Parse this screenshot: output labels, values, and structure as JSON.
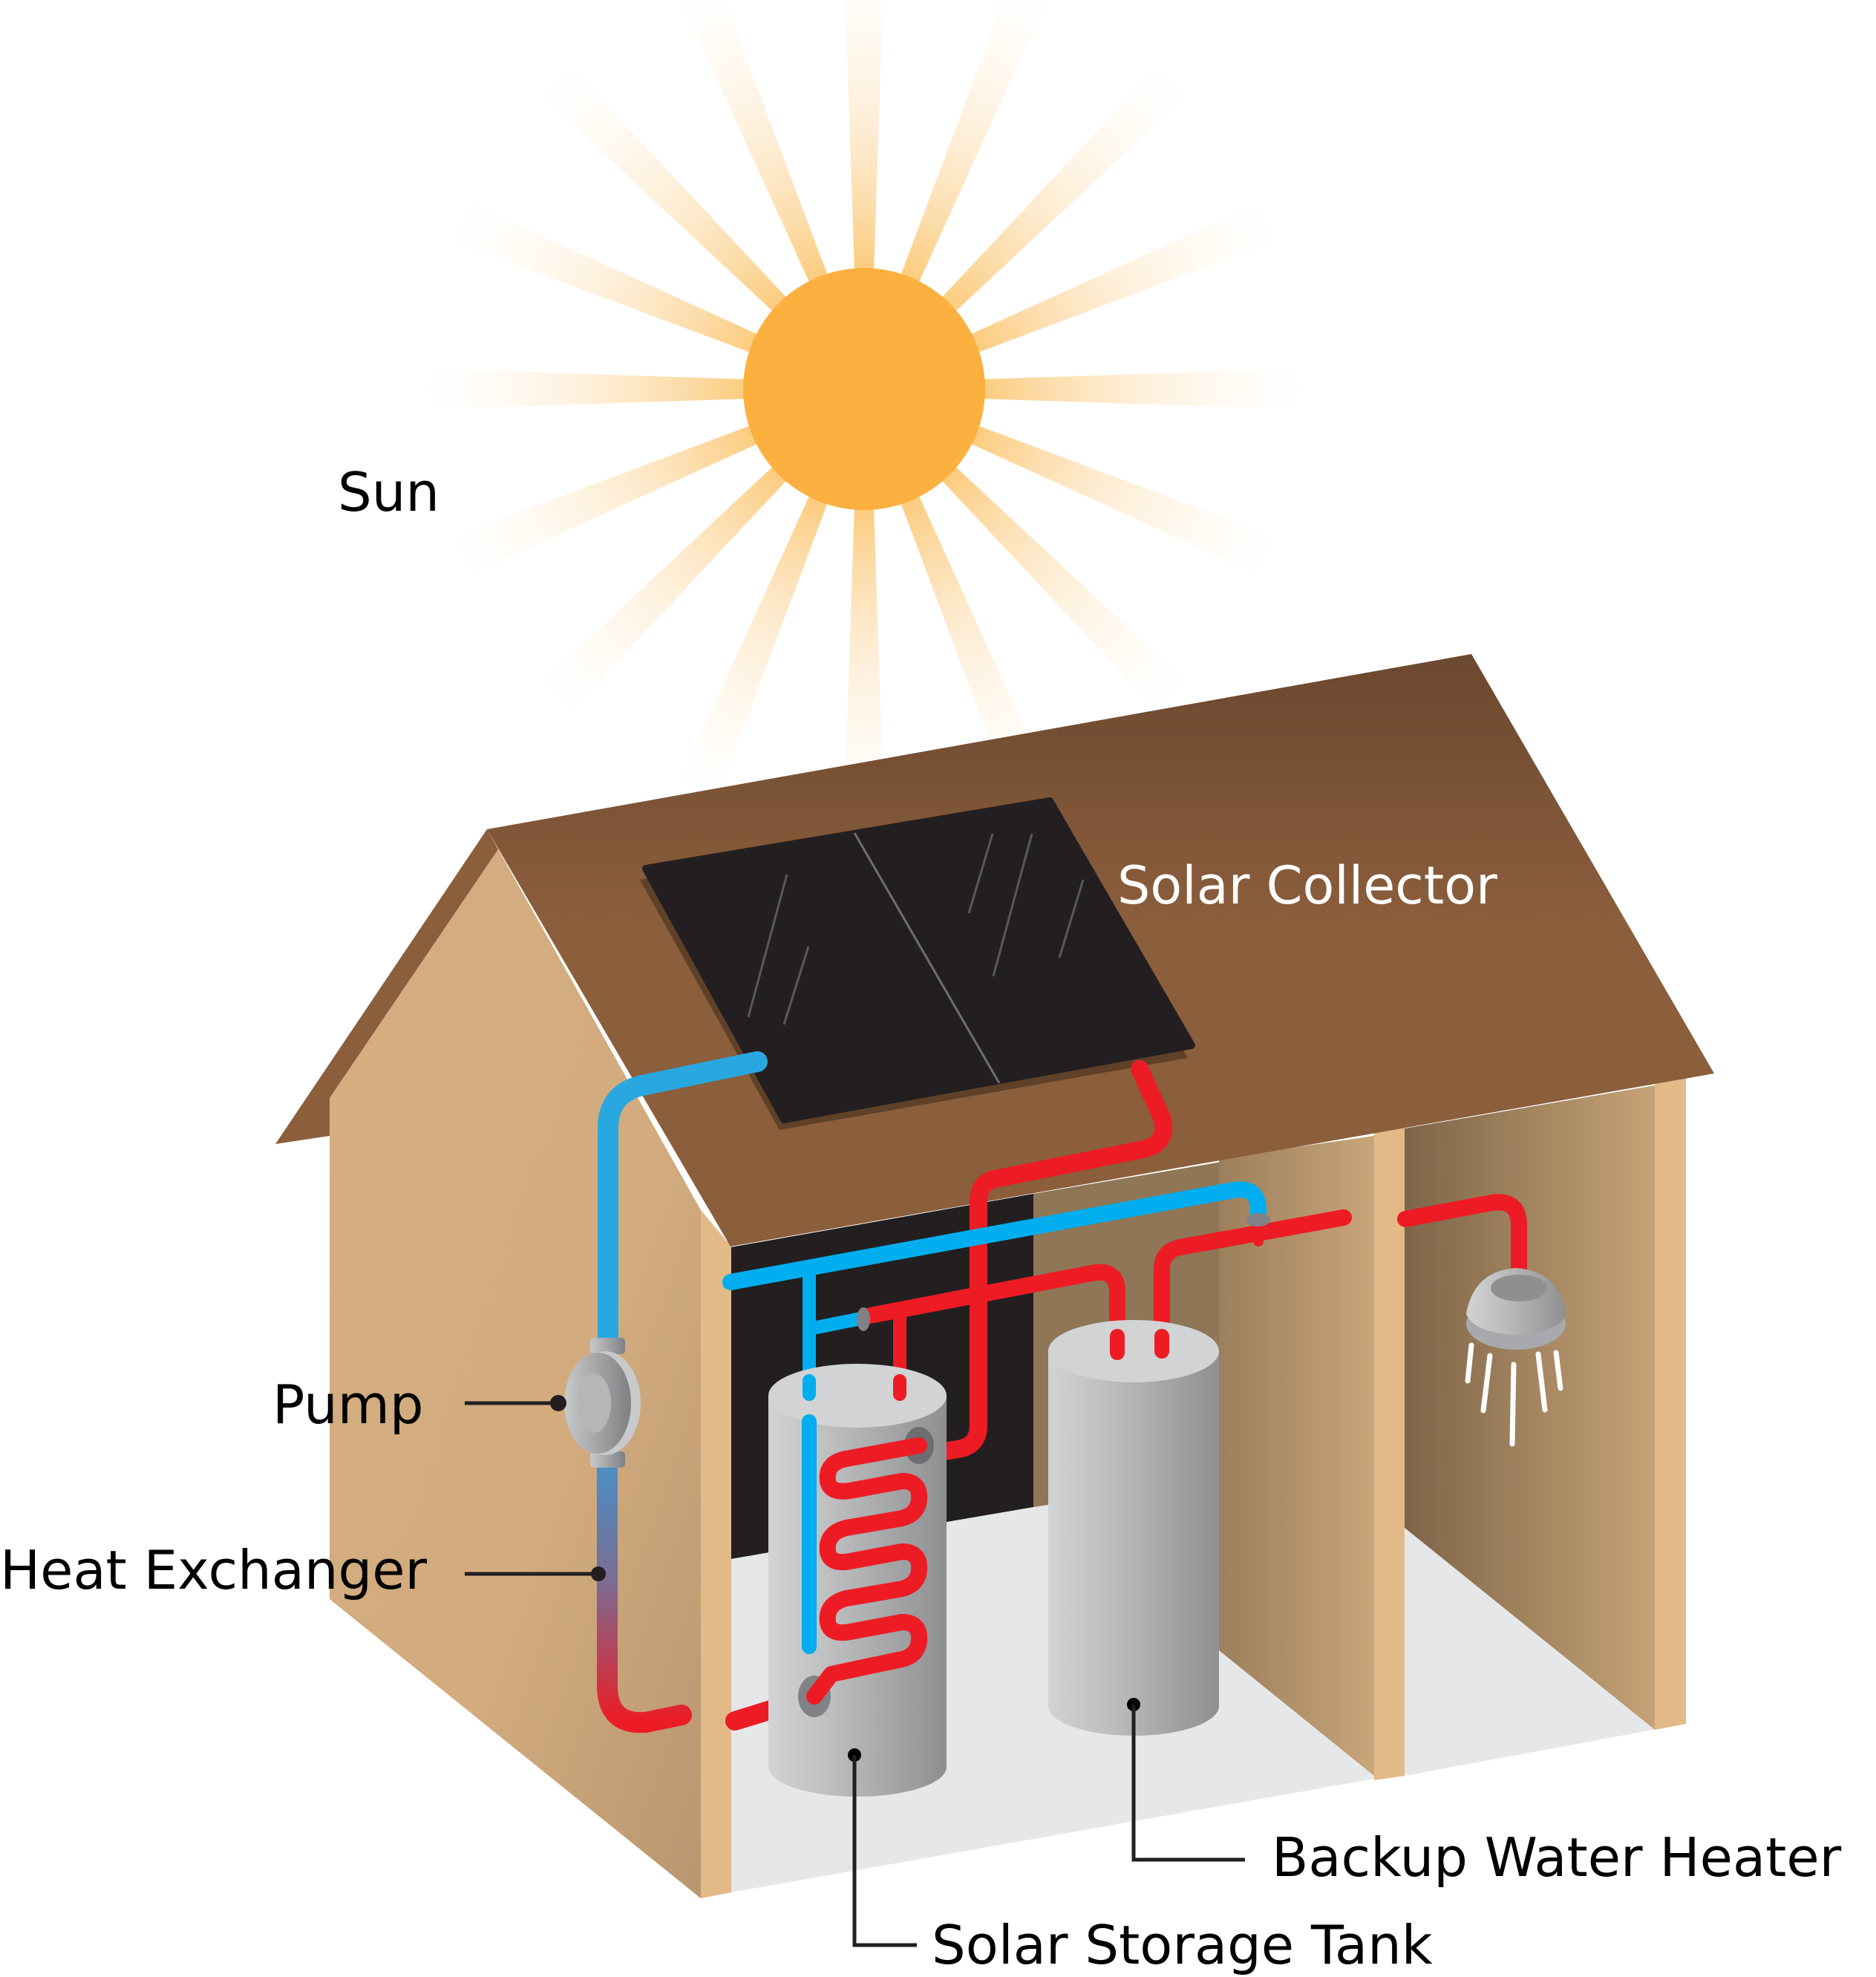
{
  "diagram": {
    "title_labels": {
      "sun": "Sun",
      "solar_collector": "Solar Collector",
      "pump": "Pump",
      "heat_exchanger": "Heat Exchanger",
      "backup_water_heater": "Backup Water Heater",
      "solar_storage_tank": "Solar Storage Tank"
    },
    "components": [
      {
        "id": "sun",
        "label": "Sun",
        "icon": "sun-icon"
      },
      {
        "id": "solar-collector",
        "label": "Solar Collector",
        "icon": "solar-panel-icon"
      },
      {
        "id": "pump",
        "label": "Pump",
        "icon": "pump-icon"
      },
      {
        "id": "heat-exchanger",
        "label": "Heat Exchanger",
        "icon": "pipe-icon"
      },
      {
        "id": "solar-storage-tank",
        "label": "Solar Storage Tank",
        "icon": "tank-icon"
      },
      {
        "id": "backup-water-heater",
        "label": "Backup Water Heater",
        "icon": "tank-icon"
      },
      {
        "id": "shower",
        "label": "",
        "icon": "shower-head-icon"
      }
    ],
    "colors": {
      "sun": "#FBB040",
      "sun_ray": "#FBD08F",
      "roof": "#8B5E3C",
      "roof_dark": "#6B4830",
      "wall": "#D4AE80",
      "wall_edge": "#E2BA88",
      "inner_wall": "#9E8260",
      "back_wall": "#231F20",
      "floor": "#E6E7E8",
      "panel": "#231F20",
      "cold_pipe": "#00AEEF",
      "hot_pipe": "#ED1C24",
      "tank_light": "#D1D3D4",
      "tank_dark": "#939598",
      "label_text": "#000000",
      "label_text_on_roof": "#FFFFFF"
    }
  }
}
